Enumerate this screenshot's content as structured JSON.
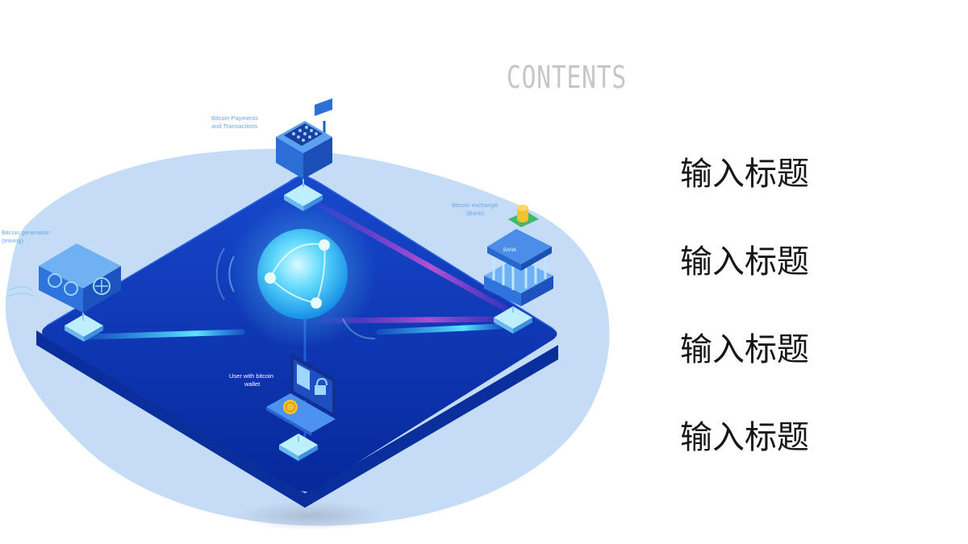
{
  "slide": {
    "heading": "CONTENTS",
    "items": [
      {
        "label": "输入标题"
      },
      {
        "label": "输入标题"
      },
      {
        "label": "输入标题"
      },
      {
        "label": "输入标题"
      }
    ]
  },
  "illustration": {
    "label_payments_line1": "Bitcoin Payments",
    "label_payments_line2": "and Transactions",
    "label_generation_line1": "Bitcoin generation",
    "label_generation_line2": "(mining)",
    "label_exchange_line1": "Bitcoin exchange",
    "label_exchange_line2": "(Bank)",
    "label_wallet_line1": "User with bitcoin",
    "label_wallet_line2": "wallet",
    "bank_sign": "BANK"
  },
  "colors": {
    "blob": "#c4dcf6",
    "platform_top": "#0a37b6",
    "platform_side": "#0a2f9c",
    "globe": "#3ec5f6",
    "beam_cyan": "#39d4ff",
    "beam_magenta": "#d02fd6",
    "heading": "#c6c6c6",
    "title_text": "#161616"
  }
}
